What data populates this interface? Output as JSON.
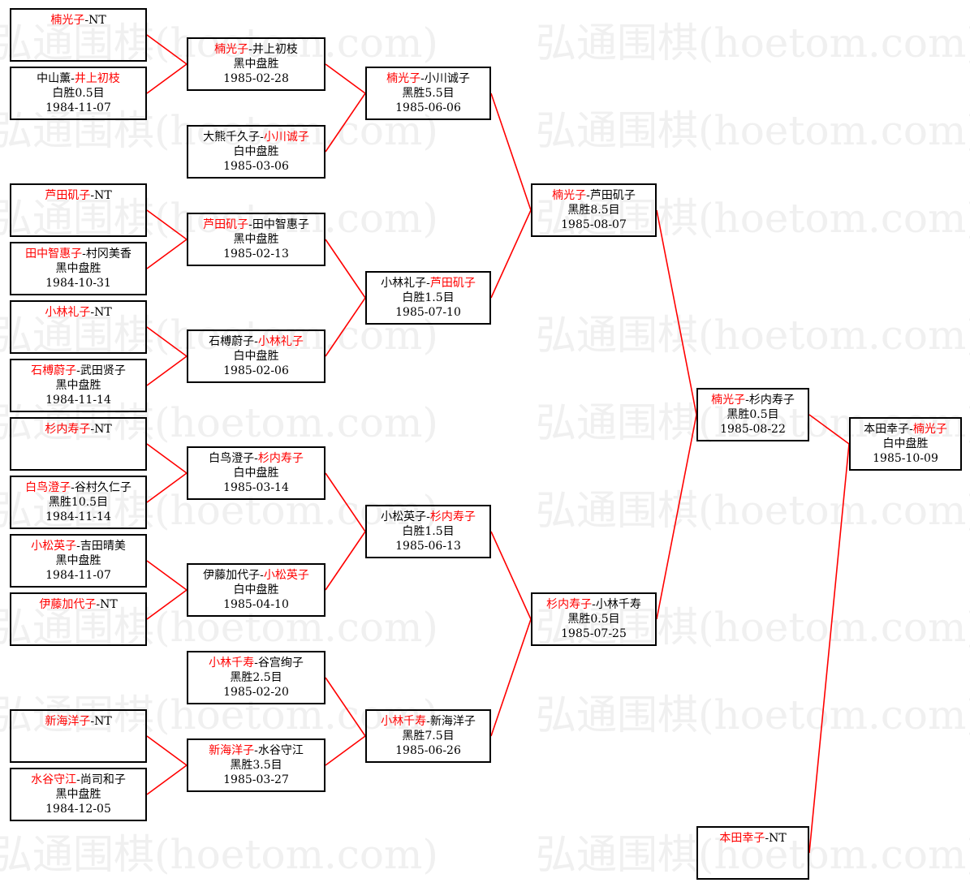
{
  "watermark": "弘通围棋(hoetom.com)",
  "colors": {
    "winner": "#ff0000",
    "line": "#ff0000",
    "border": "#000000"
  },
  "boxes": [
    {
      "id": "r1-1",
      "p1": "楠光子",
      "p2": "NT",
      "win": 1,
      "result": "",
      "date": ""
    },
    {
      "id": "r1-2",
      "p1": "中山薰",
      "p2": "井上初枝",
      "win": 2,
      "result": "白胜0.5目",
      "date": "1984-11-07"
    },
    {
      "id": "r1-3",
      "p1": "芦田矶子",
      "p2": "NT",
      "win": 1,
      "result": "",
      "date": ""
    },
    {
      "id": "r1-4",
      "p1": "田中智惠子",
      "p2": "村冈美香",
      "win": 1,
      "result": "黑中盘胜",
      "date": "1984-10-31"
    },
    {
      "id": "r1-5",
      "p1": "小林礼子",
      "p2": "NT",
      "win": 1,
      "result": "",
      "date": ""
    },
    {
      "id": "r1-6",
      "p1": "石榑蔚子",
      "p2": "武田贤子",
      "win": 1,
      "result": "黑中盘胜",
      "date": "1984-11-14"
    },
    {
      "id": "r1-7",
      "p1": "杉内寿子",
      "p2": "NT",
      "win": 1,
      "result": "",
      "date": ""
    },
    {
      "id": "r1-8",
      "p1": "白鸟澄子",
      "p2": "谷村久仁子",
      "win": 1,
      "result": "黑胜10.5目",
      "date": "1984-11-14"
    },
    {
      "id": "r1-9",
      "p1": "小松英子",
      "p2": "吉田晴美",
      "win": 1,
      "result": "黑中盘胜",
      "date": "1984-11-07"
    },
    {
      "id": "r1-10",
      "p1": "伊藤加代子",
      "p2": "NT",
      "win": 1,
      "result": "",
      "date": ""
    },
    {
      "id": "r1-11",
      "p1": "新海洋子",
      "p2": "NT",
      "win": 1,
      "result": "",
      "date": ""
    },
    {
      "id": "r1-12",
      "p1": "水谷守江",
      "p2": "尚司和子",
      "win": 1,
      "result": "黑中盘胜",
      "date": "1984-12-05"
    },
    {
      "id": "r2-1",
      "p1": "楠光子",
      "p2": "井上初枝",
      "win": 1,
      "result": "黑中盘胜",
      "date": "1985-02-28"
    },
    {
      "id": "r2-2",
      "p1": "大熊千久子",
      "p2": "小川诚子",
      "win": 2,
      "result": "白中盘胜",
      "date": "1985-03-06"
    },
    {
      "id": "r2-3",
      "p1": "芦田矶子",
      "p2": "田中智惠子",
      "win": 1,
      "result": "黑中盘胜",
      "date": "1985-02-13"
    },
    {
      "id": "r2-4",
      "p1": "石榑蔚子",
      "p2": "小林礼子",
      "win": 2,
      "result": "白中盘胜",
      "date": "1985-02-06"
    },
    {
      "id": "r2-5",
      "p1": "白鸟澄子",
      "p2": "杉内寿子",
      "win": 2,
      "result": "白中盘胜",
      "date": "1985-03-14"
    },
    {
      "id": "r2-6",
      "p1": "伊藤加代子",
      "p2": "小松英子",
      "win": 2,
      "result": "白中盘胜",
      "date": "1985-04-10"
    },
    {
      "id": "r2-7",
      "p1": "小林千寿",
      "p2": "谷宫绚子",
      "win": 1,
      "result": "黑胜2.5目",
      "date": "1985-02-20"
    },
    {
      "id": "r2-8",
      "p1": "新海洋子",
      "p2": "水谷守江",
      "win": 1,
      "result": "黑胜3.5目",
      "date": "1985-03-27"
    },
    {
      "id": "r3-1",
      "p1": "楠光子",
      "p2": "小川诚子",
      "win": 1,
      "result": "黑胜5.5目",
      "date": "1985-06-06"
    },
    {
      "id": "r3-2",
      "p1": "小林礼子",
      "p2": "芦田矶子",
      "win": 2,
      "result": "白胜1.5目",
      "date": "1985-07-10"
    },
    {
      "id": "r3-3",
      "p1": "小松英子",
      "p2": "杉内寿子",
      "win": 2,
      "result": "白胜1.5目",
      "date": "1985-06-13"
    },
    {
      "id": "r3-4",
      "p1": "小林千寿",
      "p2": "新海洋子",
      "win": 1,
      "result": "黑胜7.5目",
      "date": "1985-06-26"
    },
    {
      "id": "r4-1",
      "p1": "楠光子",
      "p2": "芦田矶子",
      "win": 1,
      "result": "黑胜8.5目",
      "date": "1985-08-07"
    },
    {
      "id": "r4-2",
      "p1": "杉内寿子",
      "p2": "小林千寿",
      "win": 1,
      "result": "黑胜0.5目",
      "date": "1985-07-25"
    },
    {
      "id": "r5-1",
      "p1": "楠光子",
      "p2": "杉内寿子",
      "win": 1,
      "result": "黑胜0.5目",
      "date": "1985-08-22"
    },
    {
      "id": "r5-2",
      "p1": "本田幸子",
      "p2": "NT",
      "win": 1,
      "result": "",
      "date": ""
    },
    {
      "id": "final",
      "p1": "本田幸子",
      "p2": "楠光子",
      "win": 2,
      "result": "白中盘胜",
      "date": "1985-10-09"
    }
  ]
}
